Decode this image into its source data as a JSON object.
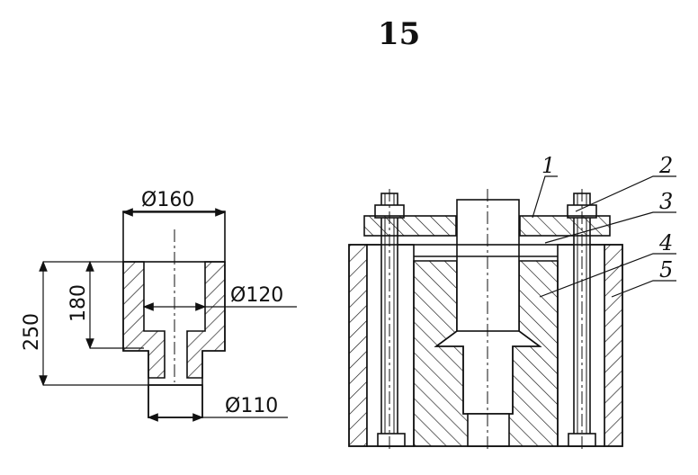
{
  "page_number": "15",
  "left_drawing": {
    "dimensions": {
      "top_diameter": "Ø160",
      "inner_diameter": "Ø120",
      "bottom_diameter": "Ø110",
      "total_height": "250",
      "cavity_depth": "180"
    }
  },
  "right_drawing": {
    "callouts": [
      "1",
      "2",
      "3",
      "4",
      "5"
    ]
  },
  "colors": {
    "ink": "#111111",
    "paper": "#ffffff"
  }
}
